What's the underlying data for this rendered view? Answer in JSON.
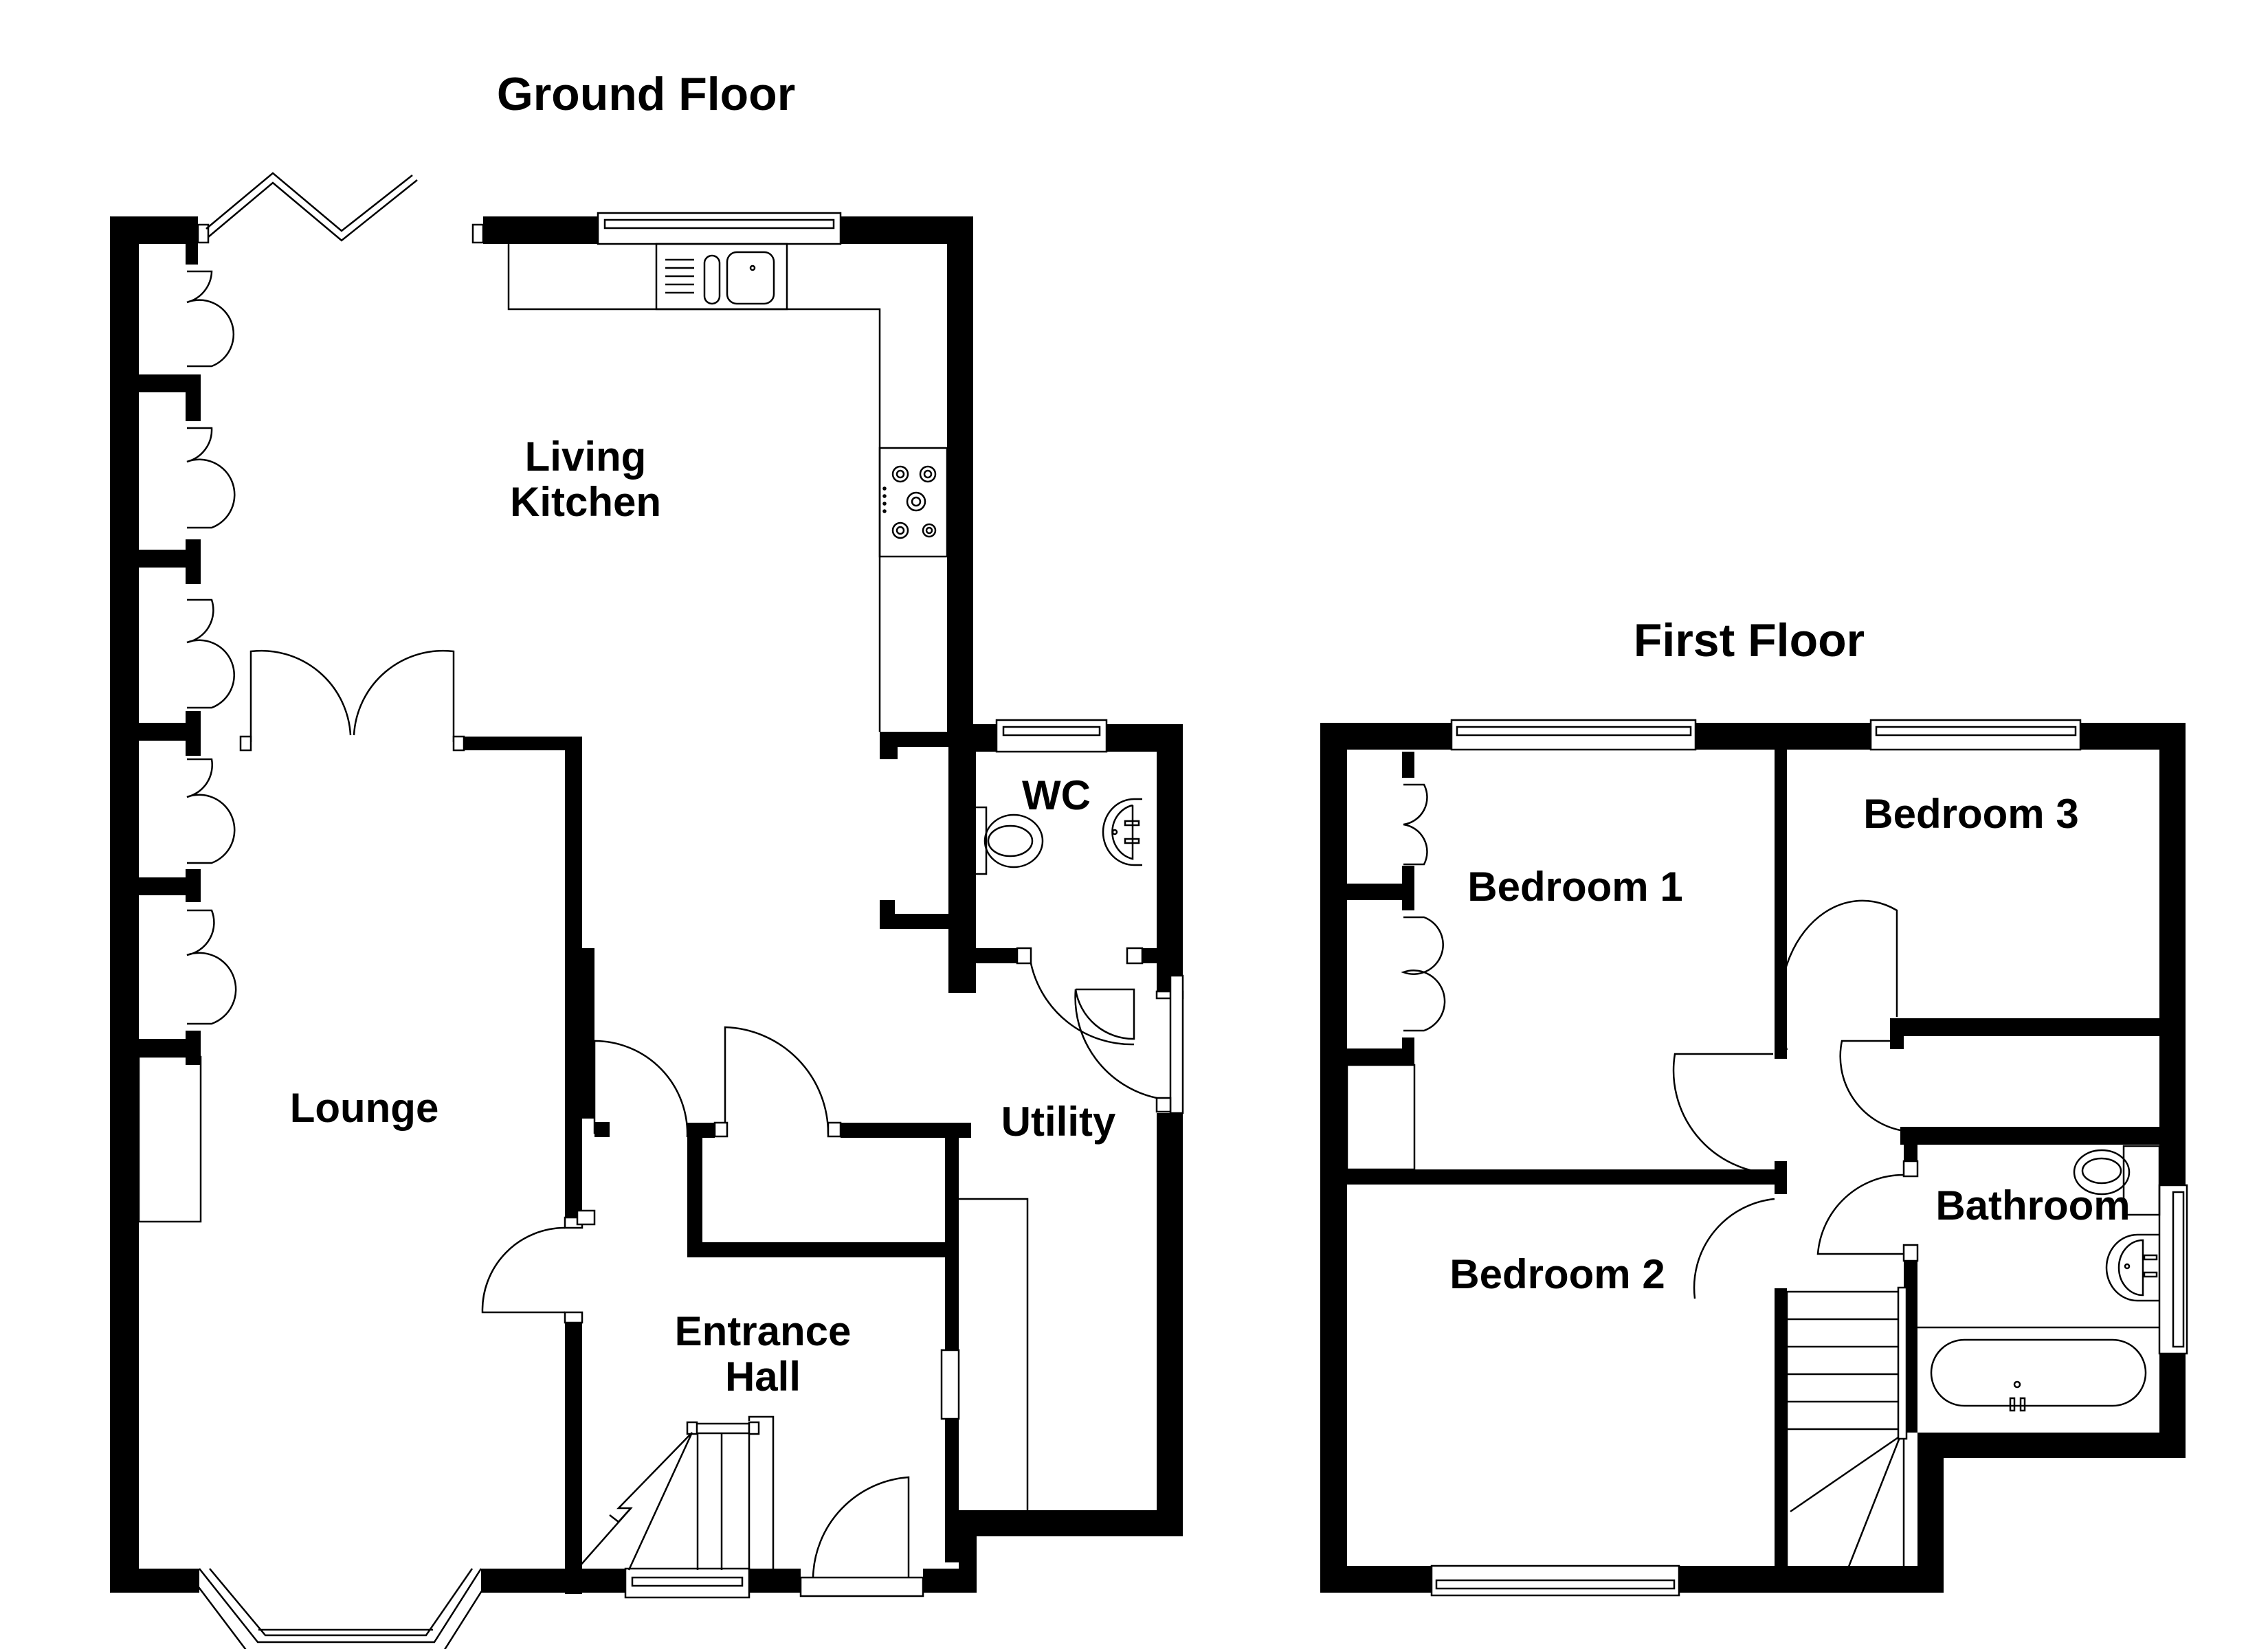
{
  "floors": [
    {
      "title": "Ground Floor",
      "rooms": [
        {
          "name": "Living Kitchen",
          "lines": [
            "Living",
            "Kitchen"
          ]
        },
        {
          "name": "Lounge",
          "lines": [
            "Lounge"
          ]
        },
        {
          "name": "WC",
          "lines": [
            "WC"
          ]
        },
        {
          "name": "Utility",
          "lines": [
            "Utility"
          ]
        },
        {
          "name": "Entrance Hall",
          "lines": [
            "Entrance",
            "Hall"
          ]
        }
      ]
    },
    {
      "title": "First Floor",
      "rooms": [
        {
          "name": "Bedroom 1",
          "lines": [
            "Bedroom 1"
          ]
        },
        {
          "name": "Bedroom 2",
          "lines": [
            "Bedroom 2"
          ]
        },
        {
          "name": "Bedroom 3",
          "lines": [
            "Bedroom 3"
          ]
        },
        {
          "name": "Bathroom",
          "lines": [
            "Bathroom"
          ]
        }
      ]
    }
  ],
  "colors": {
    "wall": "#000000",
    "background": "#ffffff"
  }
}
